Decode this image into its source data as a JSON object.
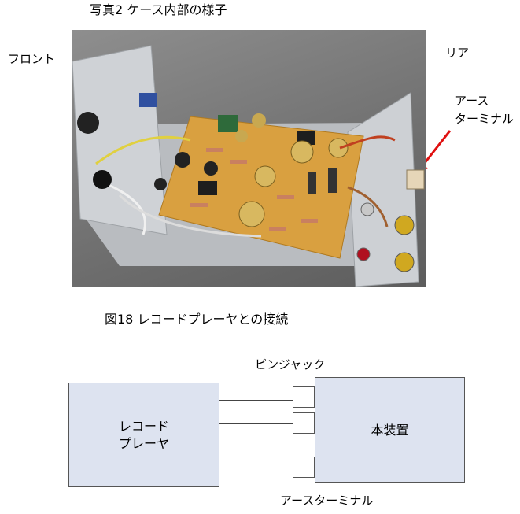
{
  "photo_section": {
    "title": "写真2  ケース内部の様子",
    "label_front": "フロント",
    "label_rear": "リア",
    "label_earth_line1": "アース",
    "label_earth_line2": "ターミナル"
  },
  "figure": {
    "title": "図18  レコードプレーヤとの接続",
    "record_player_line1": "レコード",
    "record_player_line2": "プレーヤ",
    "main_unit": "本装置",
    "pin_jack_label": "ピンジャック",
    "earth_terminal_label": "アースターミナル"
  },
  "colors": {
    "box_fill": "#dde3f0",
    "arrow": "#e01010",
    "pcb": "#d9a040"
  }
}
